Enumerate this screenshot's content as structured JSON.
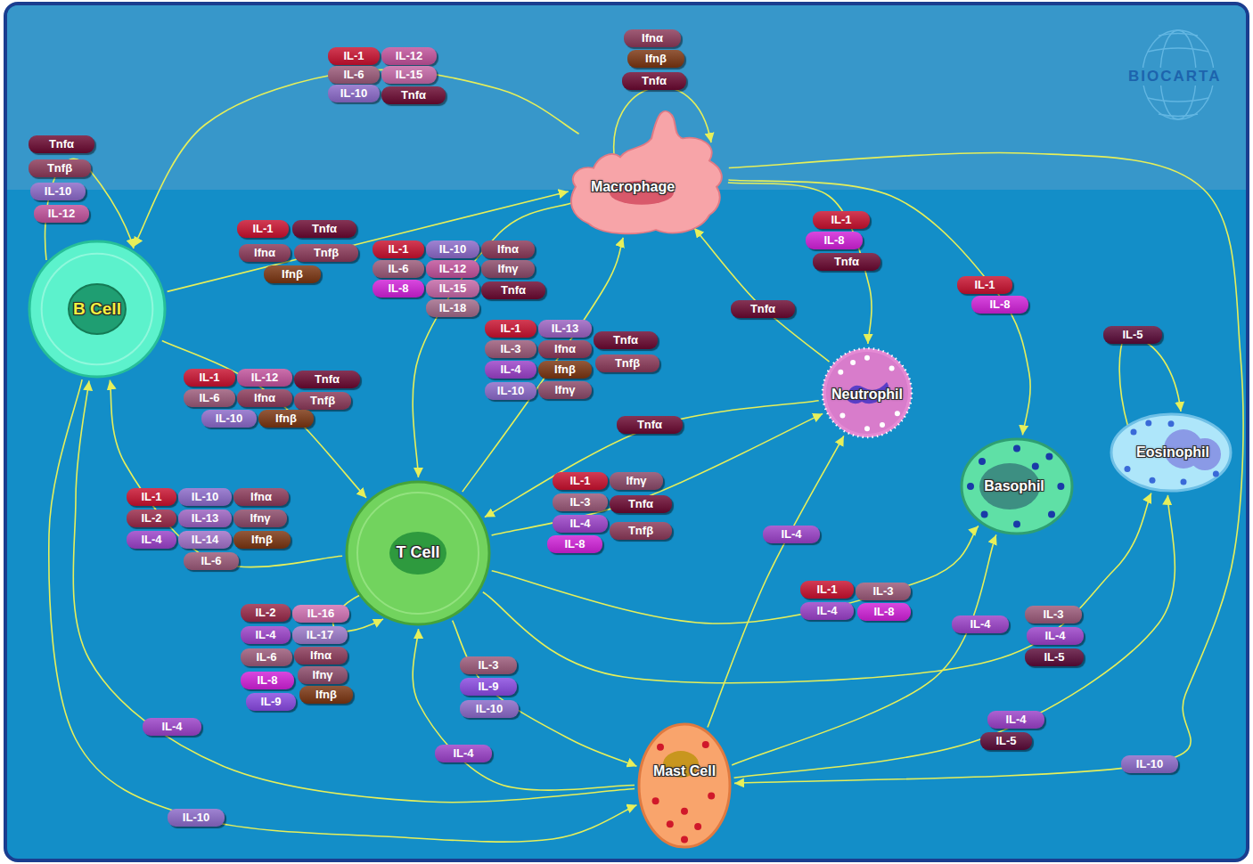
{
  "diagram": {
    "nodes": [
      {
        "text": [
          "Macrophage"
        ]
      },
      {
        "text": [
          "B Cell"
        ]
      },
      {
        "text": [
          "Neutrophil"
        ]
      },
      {
        "text": [
          "Eosinophil"
        ]
      },
      {
        "text": [
          "Basophil"
        ]
      },
      {
        "text": [
          "T Cell"
        ]
      },
      {
        "text": [
          "Mast Cell"
        ]
      }
    ],
    "edges": [
      {
        "from": 0,
        "to": 1,
        "arrow": "to"
      },
      {
        "from": 1,
        "to": 0,
        "arrow": "to"
      },
      {
        "from": 0,
        "to": 5,
        "arrow": "to"
      },
      {
        "from": 5,
        "to": 0,
        "arrow": "to"
      },
      {
        "from": 1,
        "to": 5,
        "arrow": "to"
      },
      {
        "from": 5,
        "to": 1,
        "arrow": "to"
      },
      {
        "from": 0,
        "to": 2,
        "arrow": "to"
      },
      {
        "from": 2,
        "to": 0,
        "arrow": "to"
      },
      {
        "from": 2,
        "to": 5,
        "arrow": "to"
      },
      {
        "from": 5,
        "to": 2,
        "arrow": "to"
      },
      {
        "from": 0,
        "to": 4,
        "arrow": "to"
      },
      {
        "from": 0,
        "to": 6,
        "arrow": "to"
      },
      {
        "from": 5,
        "to": 4,
        "arrow": "to"
      },
      {
        "from": 5,
        "to": 3,
        "arrow": "to"
      },
      {
        "from": 5,
        "to": 6,
        "arrow": "to"
      },
      {
        "from": 6,
        "to": 5,
        "arrow": "to"
      },
      {
        "from": 6,
        "to": 2,
        "arrow": "to"
      },
      {
        "from": 6,
        "to": 4,
        "arrow": "to"
      },
      {
        "from": 6,
        "to": 3,
        "arrow": "to"
      },
      {
        "from": 6,
        "to": 1,
        "arrow": "to"
      },
      {
        "from": 1,
        "to": 6,
        "arrow": "to"
      }
    ],
    "labels": [
      "IL-1",
      "IL-12",
      "IL-6",
      "IL-15",
      "IL-10",
      "Tnfα",
      "Ifnα",
      "Ifnβ",
      "Tnfα",
      "Tnfα",
      "Tnfβ",
      "IL-10",
      "IL-12",
      "IL-1",
      "Tnfα",
      "Ifnα",
      "Tnfβ",
      "Ifnβ",
      "IL-1",
      "IL-10",
      "Ifnα",
      "IL-6",
      "IL-12",
      "Ifnγ",
      "IL-8",
      "IL-15",
      "Tnfα",
      "IL-18",
      "IL-1",
      "IL-13",
      "Tnfα",
      "IL-3",
      "Ifnα",
      "Tnfβ",
      "IL-4",
      "Ifnβ",
      "IL-10",
      "Ifnγ",
      "IL-1",
      "IL-8",
      "Tnfα",
      "IL-1",
      "IL-8",
      "Tnfα",
      "IL-5",
      "IL-1",
      "IL-12",
      "Tnfα",
      "IL-6",
      "Ifnα",
      "Tnfβ",
      "IL-10",
      "Ifnβ",
      "Tnfα",
      "IL-1",
      "Ifnγ",
      "IL-3",
      "Tnfα",
      "IL-4",
      "Tnfβ",
      "IL-8",
      "IL-1",
      "IL-10",
      "Ifnα",
      "IL-2",
      "IL-13",
      "Ifnγ",
      "IL-4",
      "IL-14",
      "Ifnβ",
      "IL-6",
      "IL-4",
      "IL-1",
      "IL-3",
      "IL-4",
      "IL-8",
      "IL-2",
      "IL-16",
      "IL-4",
      "IL-17",
      "IL-6",
      "Ifnα",
      "IL-8",
      "Ifnγ",
      "Ifnβ",
      "IL-9",
      "IL-4",
      "IL-3",
      "IL-4",
      "IL-5",
      "IL-3",
      "IL-9",
      "IL-10",
      "IL-4",
      "IL-5",
      "IL-4",
      "IL-4",
      "IL-10",
      "IL-10",
      "BIOCARTA"
    ]
  }
}
